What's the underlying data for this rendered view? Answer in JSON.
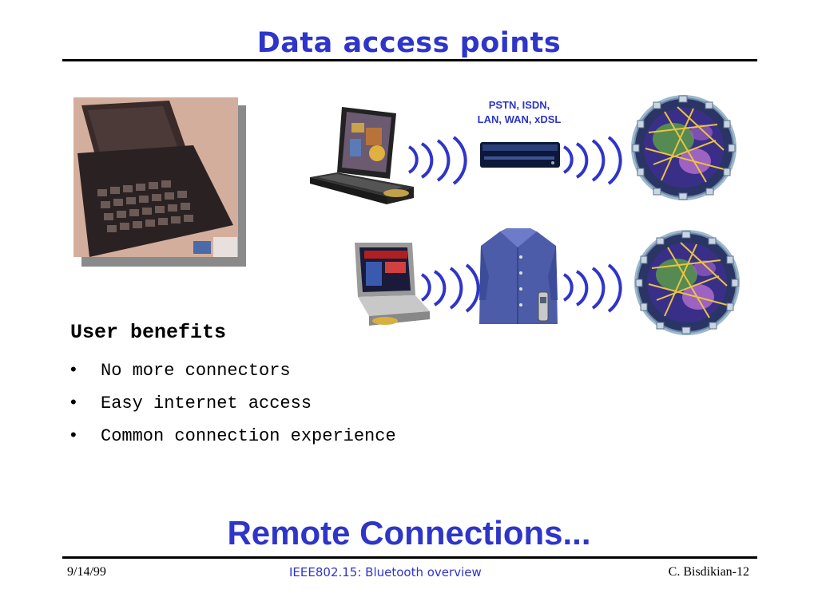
{
  "slide": {
    "title": "Data access points",
    "network_label_line1": "PSTN, ISDN,",
    "network_label_line2": "LAN, WAN, xDSL",
    "benefits_heading": "User benefits",
    "benefits": [
      "No more connectors",
      "Easy internet access",
      "Common connection experience"
    ],
    "subtitle": "Remote Connections..."
  },
  "footer": {
    "date": "9/14/99",
    "center": "IEEE802.15: Bluetooth overview",
    "author_page": "C. Bisdikian-12"
  },
  "colors": {
    "accent_blue": "#2e35c8",
    "rule": "#000000"
  },
  "icons": [
    "laptop-photo",
    "notebook-icon",
    "modem-icon",
    "wave-icon",
    "globe-network-icon",
    "shirt-phone-icon"
  ]
}
